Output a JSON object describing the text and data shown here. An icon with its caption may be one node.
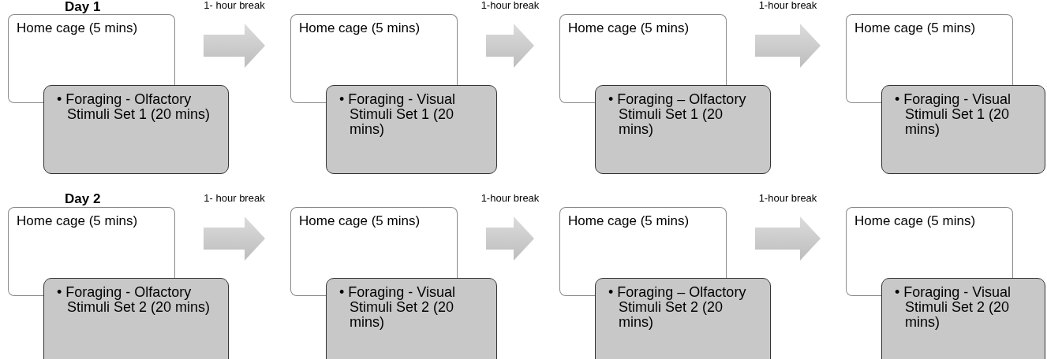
{
  "diagram": {
    "nodes": [
      {
        "text": [
          "Home cage (5 mins)"
        ]
      },
      {
        "text": [
          "• Foraging - Olfactory Stimuli Set 1 (20 mins)"
        ]
      },
      {
        "text": [
          "Home cage (5 mins)"
        ]
      },
      {
        "text": [
          "• Foraging - Visual Stimuli Set 1 (20 mins)"
        ]
      },
      {
        "text": [
          "Home cage (5 mins)"
        ]
      },
      {
        "text": [
          "• Foraging – Olfactory Stimuli Set 1 (20 mins)"
        ]
      },
      {
        "text": [
          "Home cage (5 mins)"
        ]
      },
      {
        "text": [
          "• Foraging - Visual Stimuli Set 1 (20 mins)"
        ]
      },
      {
        "text": [
          "Home cage (5 mins)"
        ]
      },
      {
        "text": [
          "• Foraging - Olfactory Stimuli Set 2 (20 mins)"
        ]
      },
      {
        "text": [
          "Home cage (5 mins)"
        ]
      },
      {
        "text": [
          "• Foraging - Visual Stimuli Set 2 (20 mins)"
        ]
      },
      {
        "text": [
          "Home cage (5 mins)"
        ]
      },
      {
        "text": [
          "• Foraging – Olfactory Stimuli Set 2 (20 mins)"
        ]
      },
      {
        "text": [
          "Home cage (5 mins)"
        ]
      },
      {
        "text": [
          "• Foraging - Visual Stimuli Set 2 (20 mins)"
        ]
      }
    ],
    "edges": [
      {
        "from": 0,
        "to": 2,
        "arrow": "to",
        "label": "1- hour break"
      },
      {
        "from": 2,
        "to": 4,
        "arrow": "to",
        "label": "1-hour break"
      },
      {
        "from": 4,
        "to": 6,
        "arrow": "to",
        "label": "1-hour break"
      },
      {
        "from": 8,
        "to": 10,
        "arrow": "to",
        "label": "1- hour break"
      },
      {
        "from": 10,
        "to": 12,
        "arrow": "to",
        "label": "1-hour break"
      },
      {
        "from": 12,
        "to": 14,
        "arrow": "to",
        "label": "1-hour break"
      }
    ],
    "labels": [
      "Day 1",
      "Day 2"
    ]
  }
}
